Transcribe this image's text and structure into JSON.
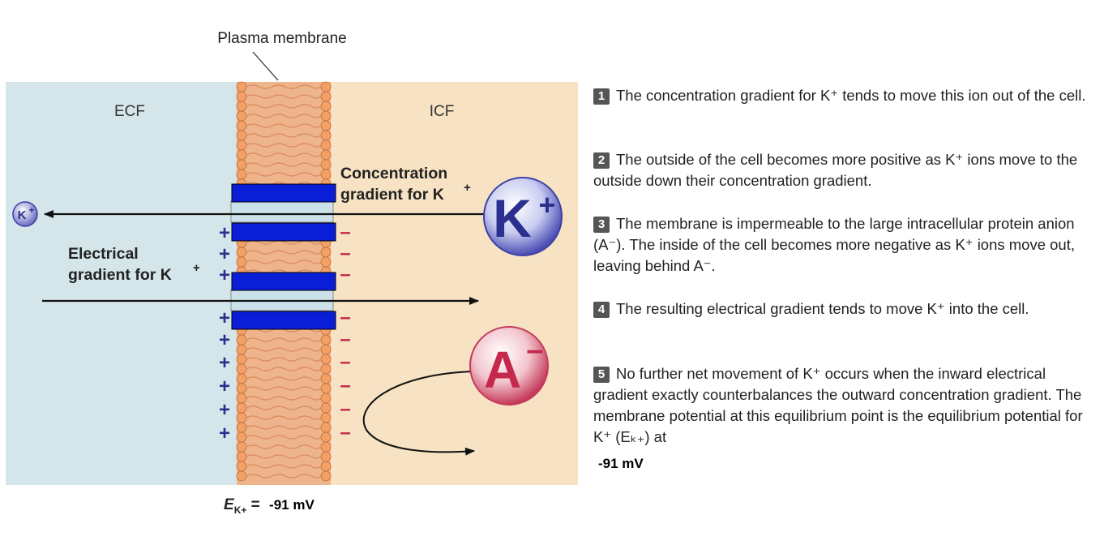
{
  "diagram": {
    "labels": {
      "plasma_membrane": "Plasma membrane",
      "ecf": "ECF",
      "icf": "ICF",
      "concentration_line1": "Concentration",
      "concentration_line2": "gradient for K",
      "electrical_line1": "Electrical",
      "electrical_line2": "gradient for K",
      "k_ion": "K",
      "a_ion": "A",
      "small_k": "K",
      "plus": "+",
      "minus": "–"
    },
    "equation": {
      "prefix": "E",
      "subscript": "K+",
      "equals": " = ",
      "value": "-91 mV"
    },
    "colors": {
      "ecf_bg": "#d4e6ea",
      "icf_bg": "#f7e3c3",
      "membrane": "#e7a47a",
      "channel": "#0a1ed8",
      "k_ball": "#3d3fa6",
      "a_ball": "#c43a5a",
      "plus": "#2b2f8f",
      "minus": "#c4284a"
    }
  },
  "steps": [
    {
      "num": "1",
      "text": "The concentration gradient for K⁺ tends to move this ion out of the cell."
    },
    {
      "num": "2",
      "text": "The outside of the cell becomes more positive as K⁺ ions move to the outside down their concentration gradient."
    },
    {
      "num": "3",
      "text": "The membrane is impermeable to the large intracellular protein anion (A⁻). The inside of the cell becomes more negative as K⁺ ions move out, leaving behind A⁻."
    },
    {
      "num": "4",
      "text": "The resulting electrical gradient tends to move K⁺ into the cell."
    },
    {
      "num": "5",
      "text": "No further net movement of K⁺ occurs when the inward electrical gradient exactly counterbalances the outward concentration gradient. The membrane potential at this equilibrium point is the equilibrium potential for K⁺ (Eₖ₊) at"
    }
  ],
  "final_value": "-91 mV"
}
